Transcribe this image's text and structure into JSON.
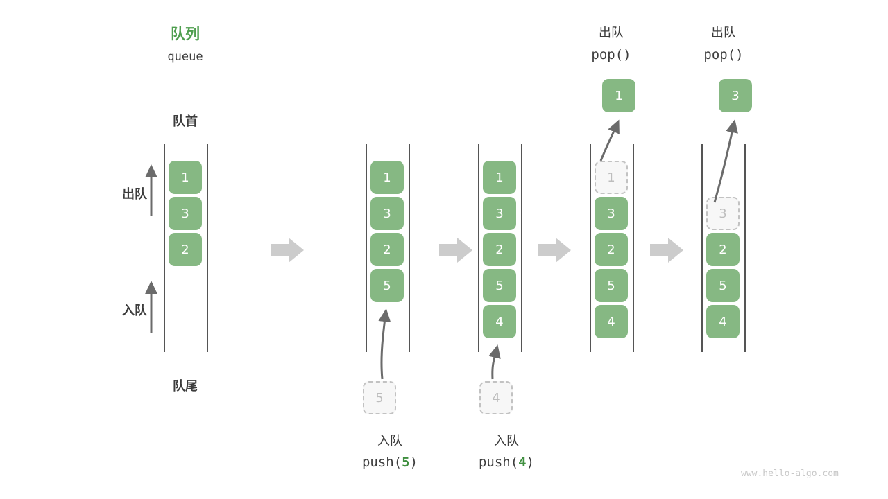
{
  "watermark": "www.hello-algo.com",
  "colors": {
    "cell_fill": "#86b883",
    "cell_text": "#ffffff",
    "ghost_fill": "#f7f7f7",
    "ghost_border": "#c2c2c2",
    "ghost_text": "#bdbdbd",
    "accent_green": "#4e9e4e",
    "rail": "#555555",
    "arrow": "#6b6b6b",
    "step_arrow": "#c8c8c8",
    "text": "#3c3c3c"
  },
  "header": {
    "title_cn": "队列",
    "title_en": "queue"
  },
  "side_labels": {
    "front": "队首",
    "rear": "队尾",
    "dequeue": "出队",
    "enqueue": "入队"
  },
  "stages": [
    {
      "id": "initial",
      "cells": [
        {
          "value": "1",
          "state": "filled"
        },
        {
          "value": "3",
          "state": "filled"
        },
        {
          "value": "2",
          "state": "filled"
        }
      ],
      "caption_cn": "",
      "caption_code_prefix": "",
      "caption_code_arg": "",
      "caption_code_suffix": "",
      "incoming": null,
      "popped": null
    },
    {
      "id": "push-5",
      "cells": [
        {
          "value": "1",
          "state": "filled"
        },
        {
          "value": "3",
          "state": "filled"
        },
        {
          "value": "2",
          "state": "filled"
        },
        {
          "value": "5",
          "state": "filled"
        }
      ],
      "caption_cn": "入队",
      "caption_code_prefix": "push(",
      "caption_code_arg": "5",
      "caption_code_suffix": ")",
      "incoming": "5",
      "popped": null
    },
    {
      "id": "push-4",
      "cells": [
        {
          "value": "1",
          "state": "filled"
        },
        {
          "value": "3",
          "state": "filled"
        },
        {
          "value": "2",
          "state": "filled"
        },
        {
          "value": "5",
          "state": "filled"
        },
        {
          "value": "4",
          "state": "filled"
        }
      ],
      "caption_cn": "入队",
      "caption_code_prefix": "push(",
      "caption_code_arg": "4",
      "caption_code_suffix": ")",
      "incoming": "4",
      "popped": null
    },
    {
      "id": "pop-1",
      "cells": [
        {
          "value": "1",
          "state": "ghost"
        },
        {
          "value": "3",
          "state": "filled"
        },
        {
          "value": "2",
          "state": "filled"
        },
        {
          "value": "5",
          "state": "filled"
        },
        {
          "value": "4",
          "state": "filled"
        }
      ],
      "caption_cn": "出队",
      "caption_code_prefix": "pop()",
      "caption_code_arg": "",
      "caption_code_suffix": "",
      "incoming": null,
      "popped": "1"
    },
    {
      "id": "pop-3",
      "cells": [
        {
          "value": "3",
          "state": "ghost"
        },
        {
          "value": "2",
          "state": "filled"
        },
        {
          "value": "5",
          "state": "filled"
        },
        {
          "value": "4",
          "state": "filled"
        }
      ],
      "caption_cn": "出队",
      "caption_code_prefix": "pop()",
      "caption_code_arg": "",
      "caption_code_suffix": "",
      "incoming": null,
      "popped": "3"
    }
  ]
}
